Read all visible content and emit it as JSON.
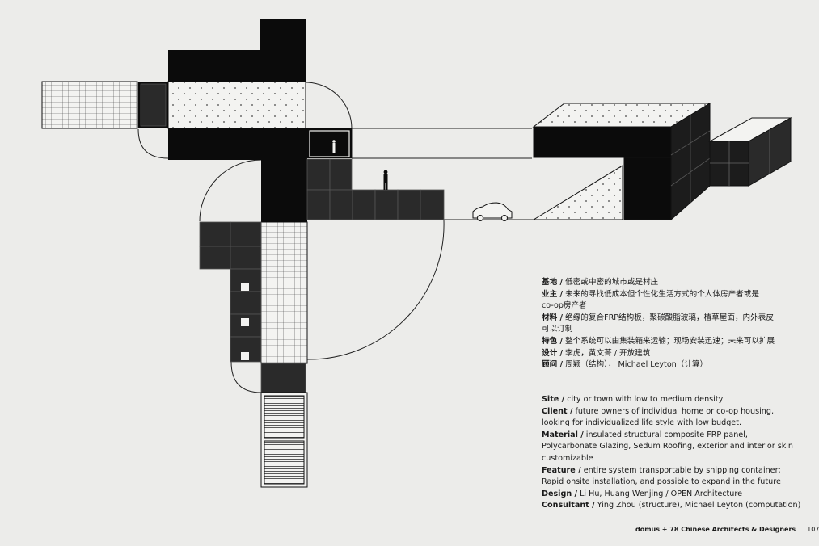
{
  "description_cn": [
    {
      "key": "基地 /",
      "value": " 低密或中密的城市或是村庄"
    },
    {
      "key": "业主 /",
      "value": " 未来的寻找低成本但个性化生活方式的个人体房产者或是"
    },
    {
      "key": "",
      "value": "co-op房产者"
    },
    {
      "key": "材料 /",
      "value": " 绝缘的复合FRP结构板，聚碳酸脂玻璃，植草屋面，内外表皮"
    },
    {
      "key": "",
      "value": "可以订制"
    },
    {
      "key": "特色 /",
      "value": " 整个系统可以由集装箱来运输；现场安装迅速；未来可以扩展"
    },
    {
      "key": "设计 /",
      "value": " 李虎，黄文菁 / 开放建筑"
    },
    {
      "key": "顾问 /",
      "value": " 周颖（结构）， Michael Leyton（计算）"
    }
  ],
  "description_en": [
    {
      "key": "Site /",
      "value": " city or town with low to medium density"
    },
    {
      "key": "Client /",
      "value": " future owners of individual home or co-op housing,"
    },
    {
      "key": "",
      "value": "looking for individualized life style with low budget."
    },
    {
      "key": "Material /",
      "value": " insulated structural composite FRP panel,"
    },
    {
      "key": "",
      "value": "Polycarbonate Glazing, Sedum Roofing, exterior and interior skin"
    },
    {
      "key": "",
      "value": "customizable"
    },
    {
      "key": "Feature /",
      "value": " entire system transportable by shipping container;"
    },
    {
      "key": "",
      "value": "Rapid onsite installation, and possible to expand in the future"
    },
    {
      "key": "Design /",
      "value": " Li Hu, Huang Wenjing / OPEN Architecture"
    },
    {
      "key": "Consultant /",
      "value": " Ying Zhou (structure), Michael Leyton (computation)"
    }
  ],
  "footer": {
    "publication": "domus + 78 Chinese Architects & Designers",
    "page_number": "107"
  }
}
